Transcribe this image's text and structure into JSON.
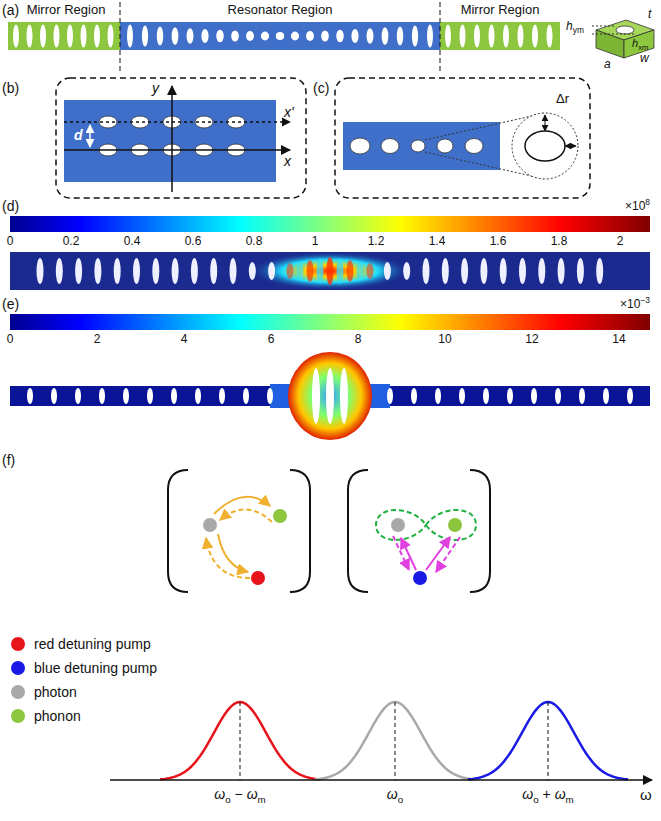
{
  "diagram": {
    "labels": [
      "(a)",
      "Mirror Region",
      "Resonator Region",
      "Mirror Region",
      "hym",
      "hxm",
      "t",
      "w",
      "a",
      "(b)",
      "y",
      "x'",
      "x",
      "d",
      "(c)",
      "Δr",
      "(d)",
      "0",
      "0.2",
      "0.4",
      "0.6",
      "0.8",
      "1",
      "1.2",
      "1.4",
      "1.6",
      "1.8",
      "2",
      "×108",
      "(e)",
      "0",
      "2",
      "4",
      "6",
      "8",
      "10",
      "12",
      "14",
      "×10−3",
      "(f)",
      "ωo − ωm",
      "ωo",
      "ωo + ωm",
      "ω"
    ],
    "legend": [
      {
        "text": "red detuning pump",
        "color": "#e8141b"
      },
      {
        "text": "blue detuning pump",
        "color": "#1a1ae6"
      },
      {
        "text": "photon",
        "color": "#a9a9a9"
      },
      {
        "text": "phonon",
        "color": "#8cc63f"
      }
    ]
  }
}
